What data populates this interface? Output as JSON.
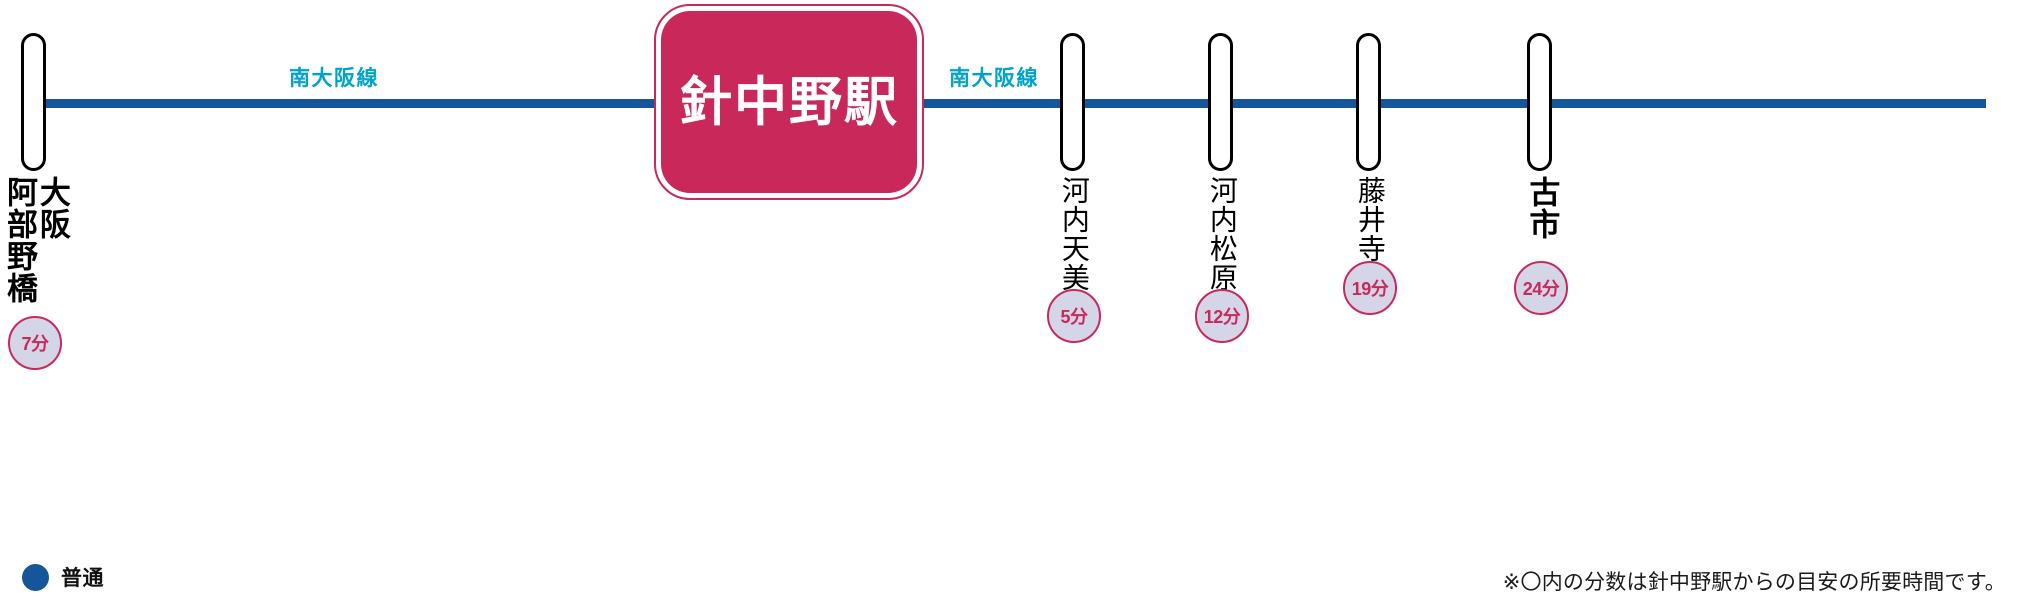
{
  "diagram": {
    "title": "針中野駅 路線図",
    "line_color": "#15559A",
    "accent_color": "#C8285A",
    "line_label_color": "#00A3CC",
    "badge_fill": "#D4D6E8"
  },
  "center_station": {
    "name": "針中野駅"
  },
  "line_labels": [
    {
      "text": "南大阪線"
    },
    {
      "text": "南大阪線"
    }
  ],
  "stations": [
    {
      "name_cols": [
        "大阪",
        "阿部野橋"
      ],
      "time": "7分",
      "weight": "bold"
    },
    {
      "name_cols": [
        "河内天美"
      ],
      "time": "5分",
      "weight": "light"
    },
    {
      "name_cols": [
        "河内松原"
      ],
      "time": "12分",
      "weight": "light"
    },
    {
      "name_cols": [
        "藤井寺"
      ],
      "time": "19分",
      "weight": "light"
    },
    {
      "name_cols": [
        "古市"
      ],
      "time": "24分",
      "weight": "bold"
    }
  ],
  "legend": {
    "label": "普通",
    "dot_color": "#15559A"
  },
  "footnote": {
    "text": "※〇内の分数は針中野駅からの目安の所要時間です。"
  }
}
